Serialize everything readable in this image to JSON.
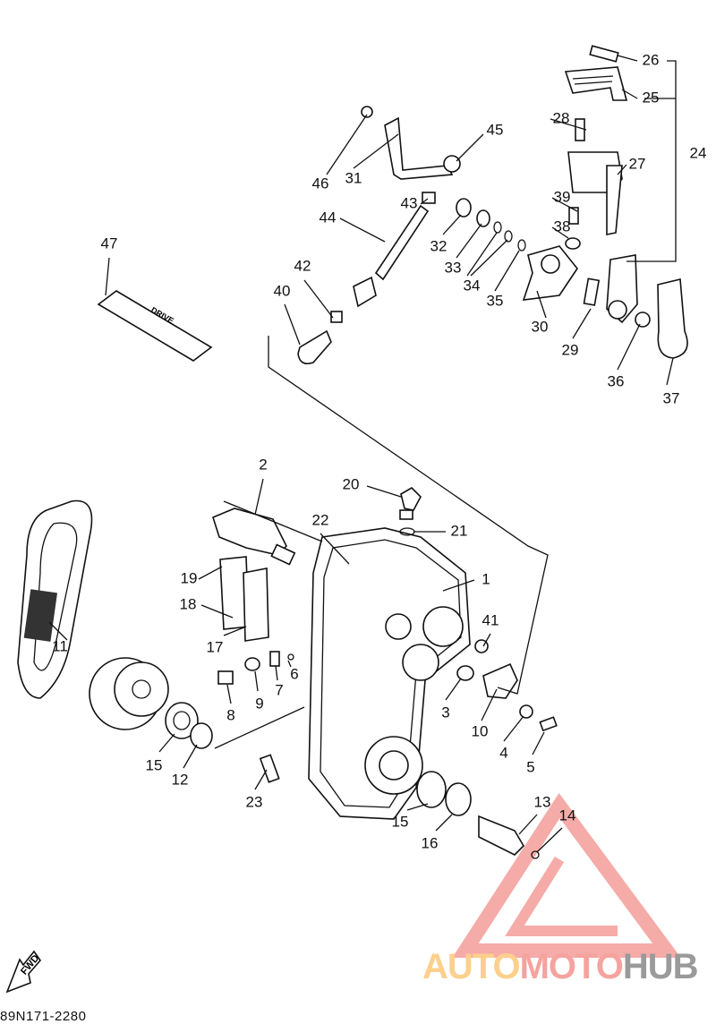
{
  "diagram": {
    "callouts": [
      "26",
      "25",
      "24",
      "28",
      "27",
      "45",
      "46",
      "31",
      "43",
      "39",
      "38",
      "44",
      "32",
      "33",
      "34",
      "35",
      "30",
      "29",
      "36",
      "37",
      "47",
      "42",
      "40",
      "2",
      "20",
      "22",
      "21",
      "1",
      "19",
      "18",
      "17",
      "11",
      "41",
      "6",
      "7",
      "9",
      "8",
      "3",
      "10",
      "4",
      "5",
      "15",
      "12",
      "23",
      "15",
      "16",
      "13",
      "14"
    ],
    "decal_text": "DRIVE",
    "fwd_label": "FWD",
    "part_code": "89N171-2280"
  },
  "watermark": {
    "part1": "AUTO",
    "part2": "MOTO",
    "part3": "HUB",
    "colors": {
      "auto": "#fcd08c",
      "moto": "#f5a39f",
      "hub": "#9a9a9a",
      "triangle": "#f08a86"
    }
  }
}
